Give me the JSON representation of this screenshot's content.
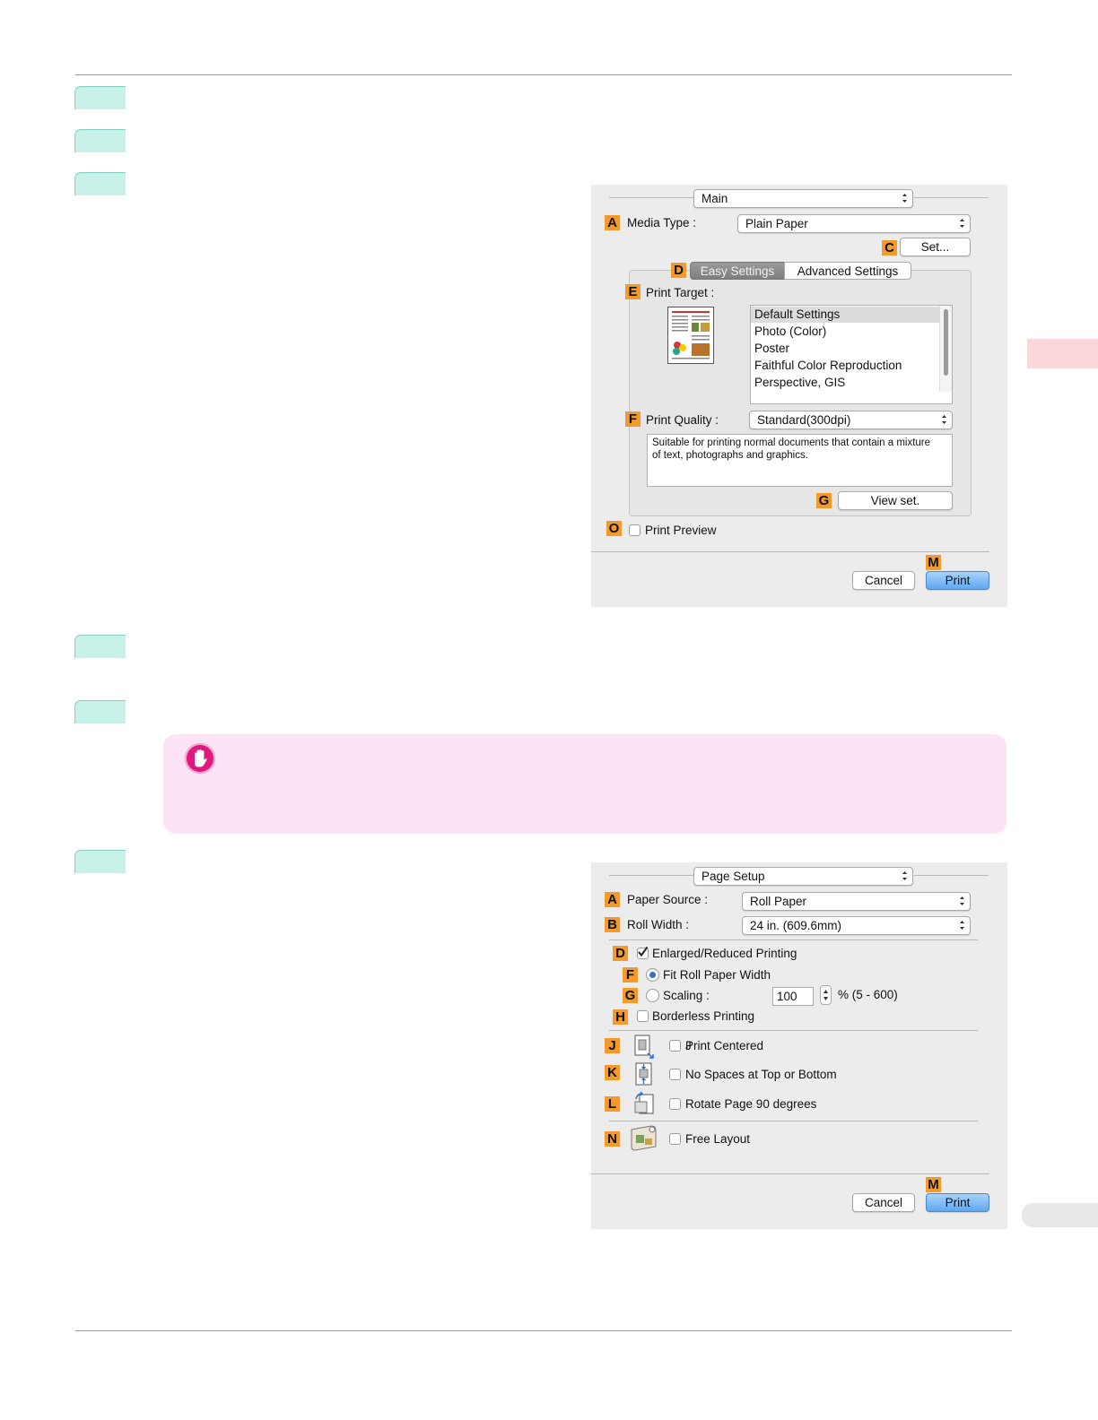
{
  "main_dialog": {
    "popup_main": "Main",
    "media_type": {
      "letter": "A",
      "label": "Media Type :",
      "value": "Plain Paper"
    },
    "set_button": {
      "letter": "C",
      "label": "Set..."
    },
    "tabs": {
      "letter": "D",
      "easy": "Easy Settings",
      "advanced": "Advanced Settings"
    },
    "print_target": {
      "letter": "E",
      "label": "Print Target :",
      "items": [
        "Default Settings",
        "Photo (Color)",
        "Poster",
        "Faithful Color Reproduction",
        "Perspective, GIS"
      ]
    },
    "print_quality": {
      "letter": "F",
      "label": "Print Quality :",
      "value": "Standard(300dpi)",
      "description": "Suitable for printing normal documents that contain a mixture of text, photographs and graphics."
    },
    "view_set": {
      "letter": "G",
      "label": "View set."
    },
    "print_preview": {
      "letter": "O",
      "label": "Print Preview"
    },
    "cancel_label": "Cancel",
    "print": {
      "letter": "M",
      "label": "Print"
    }
  },
  "page_setup_dialog": {
    "popup_main": "Page Setup",
    "paper_source": {
      "letter": "A",
      "label": "Paper Source :",
      "value": "Roll Paper"
    },
    "roll_width": {
      "letter": "B",
      "label": "Roll Width :",
      "value": "24 in. (609.6mm)"
    },
    "enlarged": {
      "letter": "D",
      "label": "Enlarged/Reduced Printing"
    },
    "fit_roll": {
      "letter": "F",
      "label": "Fit Roll Paper Width"
    },
    "scaling": {
      "letter": "G",
      "label": "Scaling :",
      "value": "100",
      "range": "% (5 - 600)"
    },
    "borderless": {
      "letter": "H",
      "label": "Borderless Printing"
    },
    "print_centered": {
      "letter": "J",
      "label": "Print Centered"
    },
    "no_spaces": {
      "letter": "K",
      "label": "No Spaces at Top or Bottom"
    },
    "rotate": {
      "letter": "L",
      "label": "Rotate Page 90 degrees"
    },
    "free_layout": {
      "letter": "N",
      "label": "Free Layout"
    },
    "cancel_label": "Cancel",
    "print": {
      "letter": "M",
      "label": "Print"
    }
  },
  "colors": {
    "step_tab": "#c8f1ea",
    "letter_badge": "#f39a2d",
    "important_bg": "#fce4f6",
    "important_icon": "#e0197f",
    "side_tab": "#fbd6db"
  }
}
